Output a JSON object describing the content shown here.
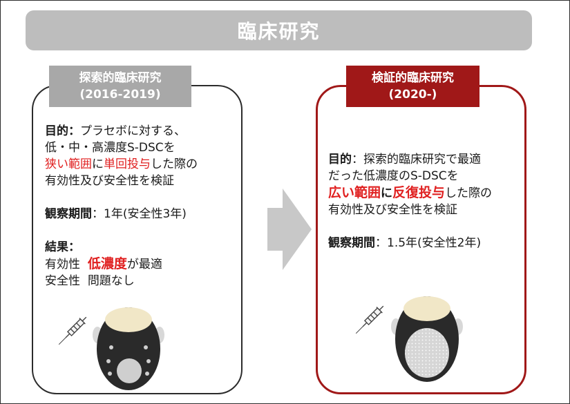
{
  "title": "臨床研究",
  "left": {
    "header_line1": "探索的臨床研究",
    "header_line2": "(2016-2019)",
    "purpose_label": "目的",
    "purpose_sep": "：",
    "purpose_line1": "プラセボに対する、",
    "purpose_line2": "低・中・高濃度S-DSCを",
    "purpose_line3_red1": "狭い範囲",
    "purpose_line3_mid": "に",
    "purpose_line3_red2": "単回投与",
    "purpose_line3_end": "した際の",
    "purpose_line4": "有効性及び安全性を検証",
    "period_label": "観察期間",
    "period_value": "：1年(安全性3年)",
    "result_label": "結果",
    "result_sep": "：",
    "result1_key": "有効性",
    "result1_red": "低濃度",
    "result1_end": "が最適",
    "result2_key": "安全性",
    "result2_value": "問題なし"
  },
  "right": {
    "header_line1": "検証的臨床研究",
    "header_line2": "(2020-)",
    "purpose_label": "目的",
    "purpose_line1_rest": "：探索的臨床研究で最適",
    "purpose_line2": "だった低濃度のS-DSCを",
    "purpose_line3_red1": "広い範囲",
    "purpose_line3_mid": "に",
    "purpose_line3_red2": "反復投与",
    "purpose_line3_end": "した際の",
    "purpose_line4": "有効性及び安全性を検証",
    "period_label": "観察期間",
    "period_value": "：1.5年(安全性2年)"
  },
  "colors": {
    "banner": "#bdbdbd",
    "left_header": "#a8a8a8",
    "right_accent": "#a01818",
    "highlight_red": "#e02020",
    "arrow": "#c8c8c8"
  },
  "icons": [
    "syringe-icon",
    "head-top-view-illustration",
    "transition-arrow"
  ]
}
